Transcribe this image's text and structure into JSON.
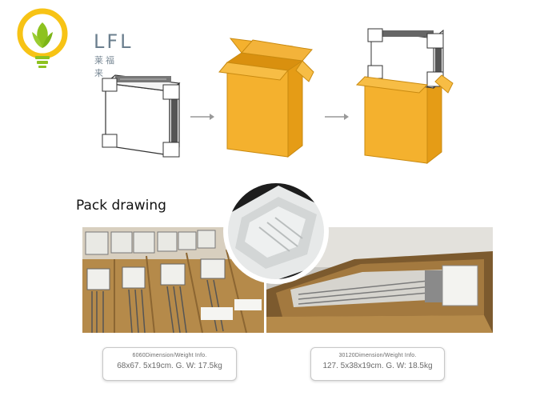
{
  "brand": {
    "name": "LFL",
    "tagline": "莱福来"
  },
  "section_title": "Pack  drawing",
  "info_cards": [
    {
      "label": "6060Dimension/Weight Info.",
      "value": "68x67. 5x19cm. G. W: 17.5kg"
    },
    {
      "label": "30120Dimension/Weight Info.",
      "value": "127. 5x38x19cm. G. W: 18.5kg"
    }
  ],
  "colors": {
    "carton": "#f4b12e",
    "carton_dark": "#e59c16",
    "logo_leaf": "#8dc21f",
    "logo_bulb": "#f7c315"
  }
}
